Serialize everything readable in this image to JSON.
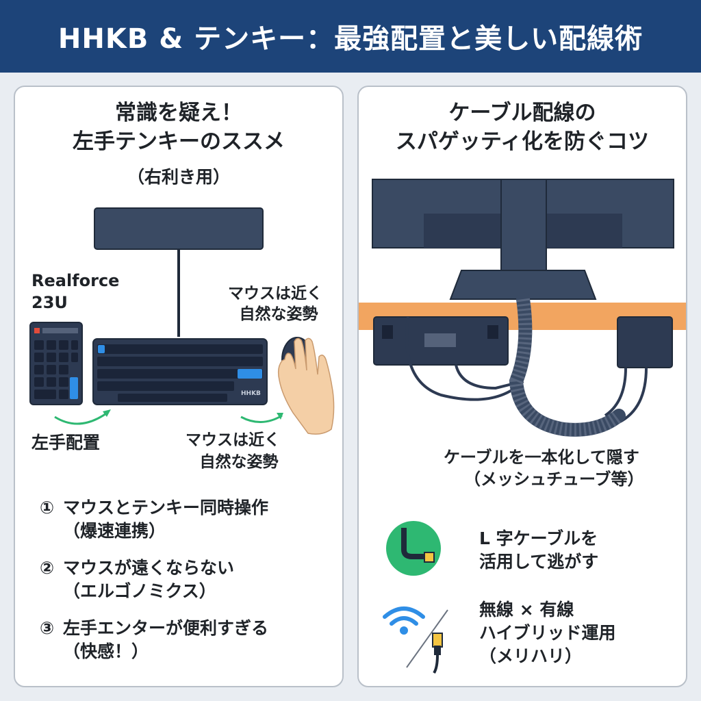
{
  "header": {
    "title": "HHKB & テンキー：最強配置と美しい配線術"
  },
  "left_panel": {
    "title_line1": "常識を疑え！",
    "title_line2": "左手テンキーのススメ",
    "subtitle": "（右利き用）",
    "numpad_label_line1": "Realforce",
    "numpad_label_line2": "23U",
    "mouse_label_top_line1": "マウスは近く",
    "mouse_label_top_line2": "自然な姿勢",
    "left_hand_label": "左手配置",
    "mouse_label_bottom_line1": "マウスは近く",
    "mouse_label_bottom_line2": "自然な姿勢",
    "keyboard_logo": "HHKB",
    "list": [
      {
        "num": "①",
        "text": "マウスとテンキー同時操作",
        "sub": "（爆速連携）"
      },
      {
        "num": "②",
        "text": "マウスが遠くならない",
        "sub": "（エルゴノミクス）"
      },
      {
        "num": "③",
        "text": "左手エンターが便利すぎる",
        "sub": "（快感！）"
      }
    ]
  },
  "right_panel": {
    "title_line1": "ケーブル配線の",
    "title_line2": "スパゲッティ化を防ぐコツ",
    "cable_label_line1": "ケーブルを一本化して隠す",
    "cable_label_line2": "（メッシュチューブ等）",
    "tip1_line1": "L 字ケーブルを",
    "tip1_line2": "活用して逃がす",
    "tip2_line1": "無線 × 有線",
    "tip2_line2": "ハイブリッド運用",
    "tip2_line3": "（メリハリ）"
  },
  "colors": {
    "header": "#1d4479",
    "device": "#3a4a63",
    "accent_blue": "#2f8ee6",
    "accent_green": "#2eb872",
    "desk": "#f2a560"
  }
}
